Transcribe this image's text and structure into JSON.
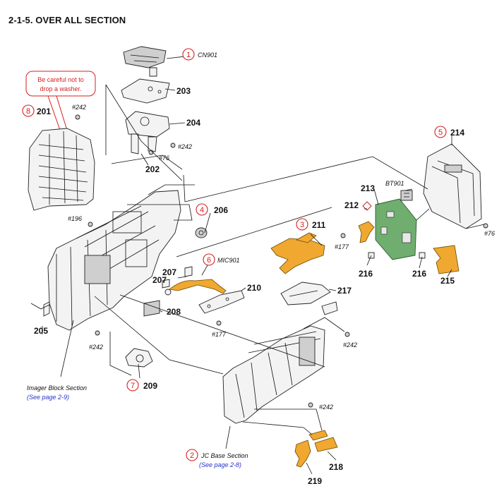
{
  "title": "2-1-5. OVER ALL SECTION",
  "note": {
    "line1": "Be careful not to",
    "line2": "drop a washer."
  },
  "circled": {
    "c1": "1",
    "c2": "2",
    "c3": "3",
    "c4": "4",
    "c5": "5",
    "c6": "6",
    "c7": "7",
    "c8": "8"
  },
  "parts": {
    "p201": "201",
    "p202": "202",
    "p203": "203",
    "p204": "204",
    "p205": "205",
    "p206": "206",
    "p207a": "207",
    "p207b": "207",
    "p208": "208",
    "p209": "209",
    "p210": "210",
    "p211": "211",
    "p212": "212",
    "p213": "213",
    "p214": "214",
    "p215": "215",
    "p216a": "216",
    "p216b": "216",
    "p217": "217",
    "p218": "218",
    "p219": "219"
  },
  "screws": {
    "s242a": "#242",
    "s242b": "#242",
    "s242c": "#242",
    "s242d": "#242",
    "s242e": "#242",
    "s76a": "#76",
    "s76b": "#76",
    "s177a": "#177",
    "s177b": "#177",
    "s196": "#196"
  },
  "refs": {
    "cn901": "CN901",
    "bt901": "BT901",
    "mic901": "MIC901"
  },
  "sections": {
    "imager": {
      "name": "Imager Block Section",
      "page": "(See page 2-9)"
    },
    "jcbase": {
      "name": "JC Base Section",
      "page": "(See page 2-8)"
    }
  },
  "colors": {
    "flex": "#f0a830",
    "pcb": "#6fae6f",
    "callout": "#d61f1f",
    "link": "#2233cc"
  }
}
